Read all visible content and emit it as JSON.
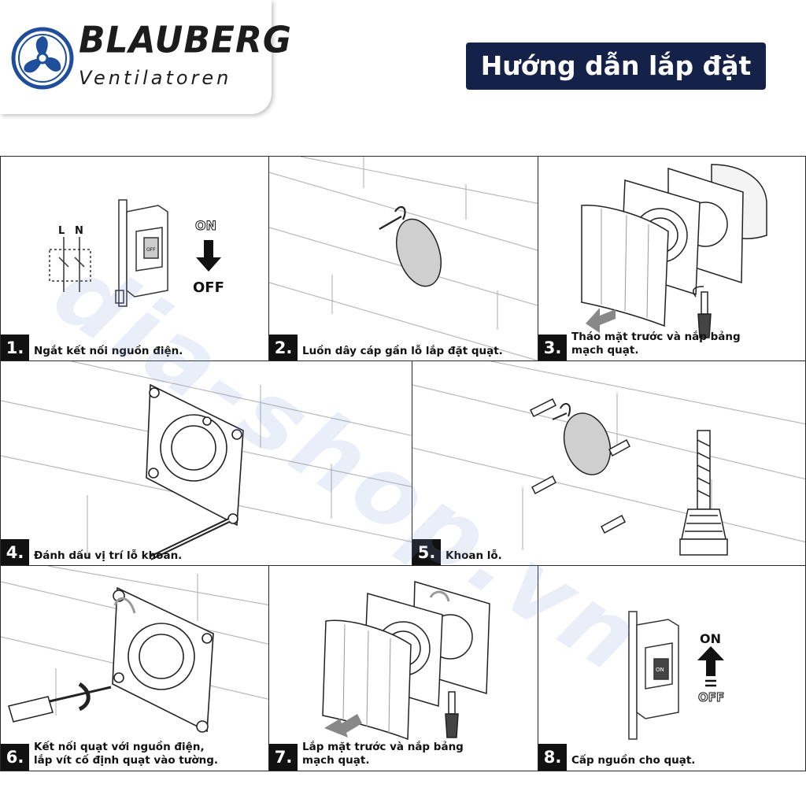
{
  "brand": {
    "name": "BLAUBERG",
    "tagline": "Ventilatoren"
  },
  "title": "Hướng dẫn lắp đặt",
  "steps": [
    {
      "num": "1.",
      "caption": "Ngắt kết nối nguồn điện."
    },
    {
      "num": "2.",
      "caption": "Luồn dây cáp gần lỗ lắp đặt quạt."
    },
    {
      "num": "3.",
      "caption_line1": "Tháo mặt trước và nắp bảng",
      "caption_line2": "mạch quạt."
    },
    {
      "num": "4.",
      "caption": "Đánh dấu vị trí lỗ khoan."
    },
    {
      "num": "5.",
      "caption": "Khoan lỗ."
    },
    {
      "num": "6.",
      "caption_line1": "Kết nối quạt với nguồn điện,",
      "caption_line2": "lắp vít cố định quạt vào tường."
    },
    {
      "num": "7.",
      "caption_line1": "Lắp mặt trước và nắp bảng",
      "caption_line2": "mạch quạt."
    },
    {
      "num": "8.",
      "caption": "Cấp nguồn cho quạt."
    }
  ],
  "switch_labels": {
    "on": "ON",
    "off": "OFF",
    "l": "L",
    "n": "N"
  },
  "watermark": "dia-shop.vn",
  "colors": {
    "title_bg": "#14224a",
    "logo_blue": "#1f4f9c",
    "wall_line": "#b9b9b9"
  }
}
